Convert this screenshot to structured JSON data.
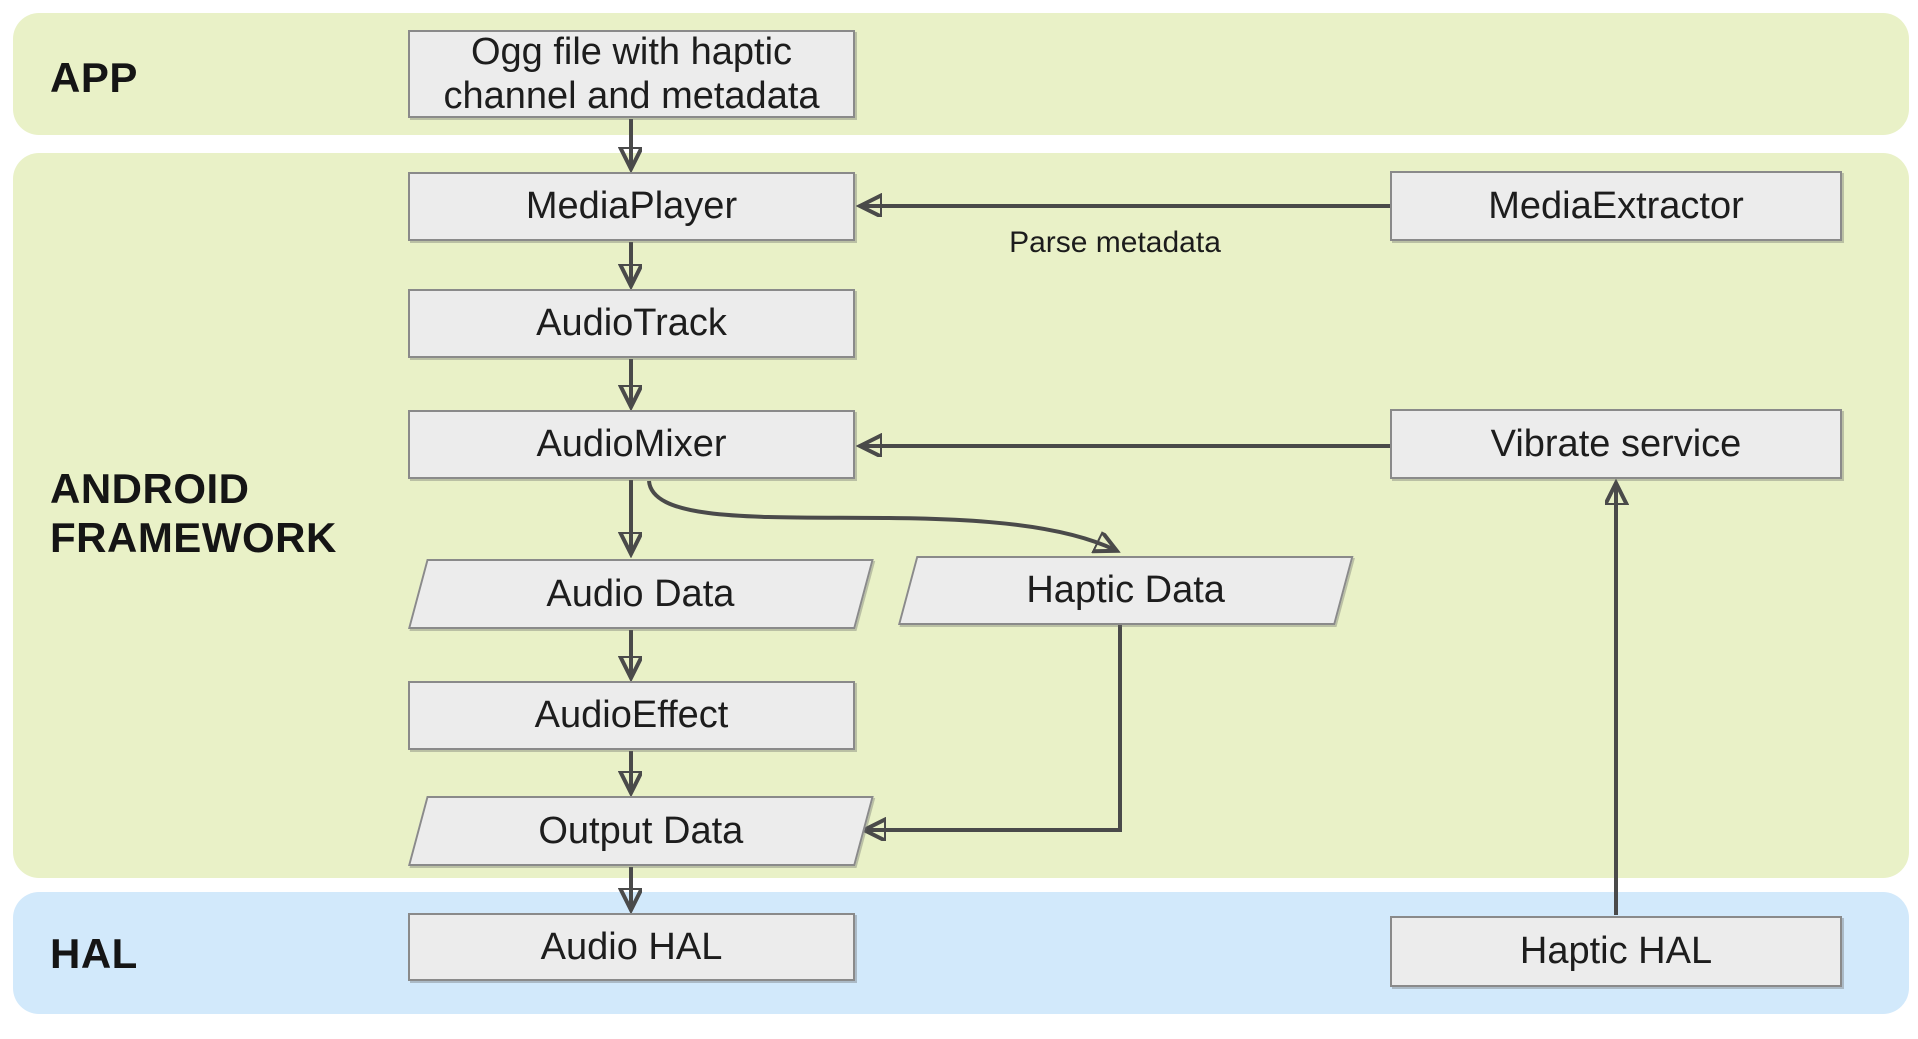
{
  "diagram": {
    "bands": {
      "app": {
        "label": "APP",
        "fill": "#e9f1c7"
      },
      "framework": {
        "label": "ANDROID FRAMEWORK",
        "fill": "#e9f1c7"
      },
      "hal": {
        "label": "HAL",
        "fill": "#d2e9fb"
      }
    },
    "nodes": {
      "ogg_file": {
        "label": "Ogg file with haptic channel and metadata",
        "shape": "rectangle",
        "band": "app"
      },
      "media_player": {
        "label": "MediaPlayer",
        "shape": "rectangle",
        "band": "framework"
      },
      "media_extractor": {
        "label": "MediaExtractor",
        "shape": "rectangle",
        "band": "framework"
      },
      "audio_track": {
        "label": "AudioTrack",
        "shape": "rectangle",
        "band": "framework"
      },
      "audio_mixer": {
        "label": "AudioMixer",
        "shape": "rectangle",
        "band": "framework"
      },
      "vibrate_service": {
        "label": "Vibrate service",
        "shape": "rectangle",
        "band": "framework"
      },
      "audio_data": {
        "label": "Audio Data",
        "shape": "parallelogram",
        "band": "framework"
      },
      "haptic_data": {
        "label": "Haptic Data",
        "shape": "parallelogram",
        "band": "framework"
      },
      "audio_effect": {
        "label": "AudioEffect",
        "shape": "rectangle",
        "band": "framework"
      },
      "output_data": {
        "label": "Output Data",
        "shape": "parallelogram",
        "band": "framework"
      },
      "audio_hal": {
        "label": "Audio HAL",
        "shape": "rectangle",
        "band": "hal"
      },
      "haptic_hal": {
        "label": "Haptic HAL",
        "shape": "rectangle",
        "band": "hal"
      }
    },
    "edges": [
      {
        "from": "ogg_file",
        "to": "media_player"
      },
      {
        "from": "media_extractor",
        "to": "media_player",
        "label": "Parse metadata"
      },
      {
        "from": "media_player",
        "to": "audio_track"
      },
      {
        "from": "audio_track",
        "to": "audio_mixer"
      },
      {
        "from": "vibrate_service",
        "to": "audio_mixer"
      },
      {
        "from": "audio_mixer",
        "to": "audio_data"
      },
      {
        "from": "audio_mixer",
        "to": "haptic_data",
        "style": "curved"
      },
      {
        "from": "audio_data",
        "to": "audio_effect"
      },
      {
        "from": "audio_effect",
        "to": "output_data"
      },
      {
        "from": "haptic_data",
        "to": "output_data",
        "style": "elbow"
      },
      {
        "from": "output_data",
        "to": "audio_hal"
      },
      {
        "from": "haptic_hal",
        "to": "vibrate_service"
      }
    ],
    "edge_labels": {
      "parse_metadata": "Parse metadata"
    },
    "colors": {
      "band_green": "#e9f1c7",
      "band_blue": "#d2e9fb",
      "node_fill": "#ececec",
      "node_border": "#8a8a8a",
      "arrow": "#4a4a4a",
      "text": "#1d1d1d",
      "background": "#ffffff"
    }
  }
}
